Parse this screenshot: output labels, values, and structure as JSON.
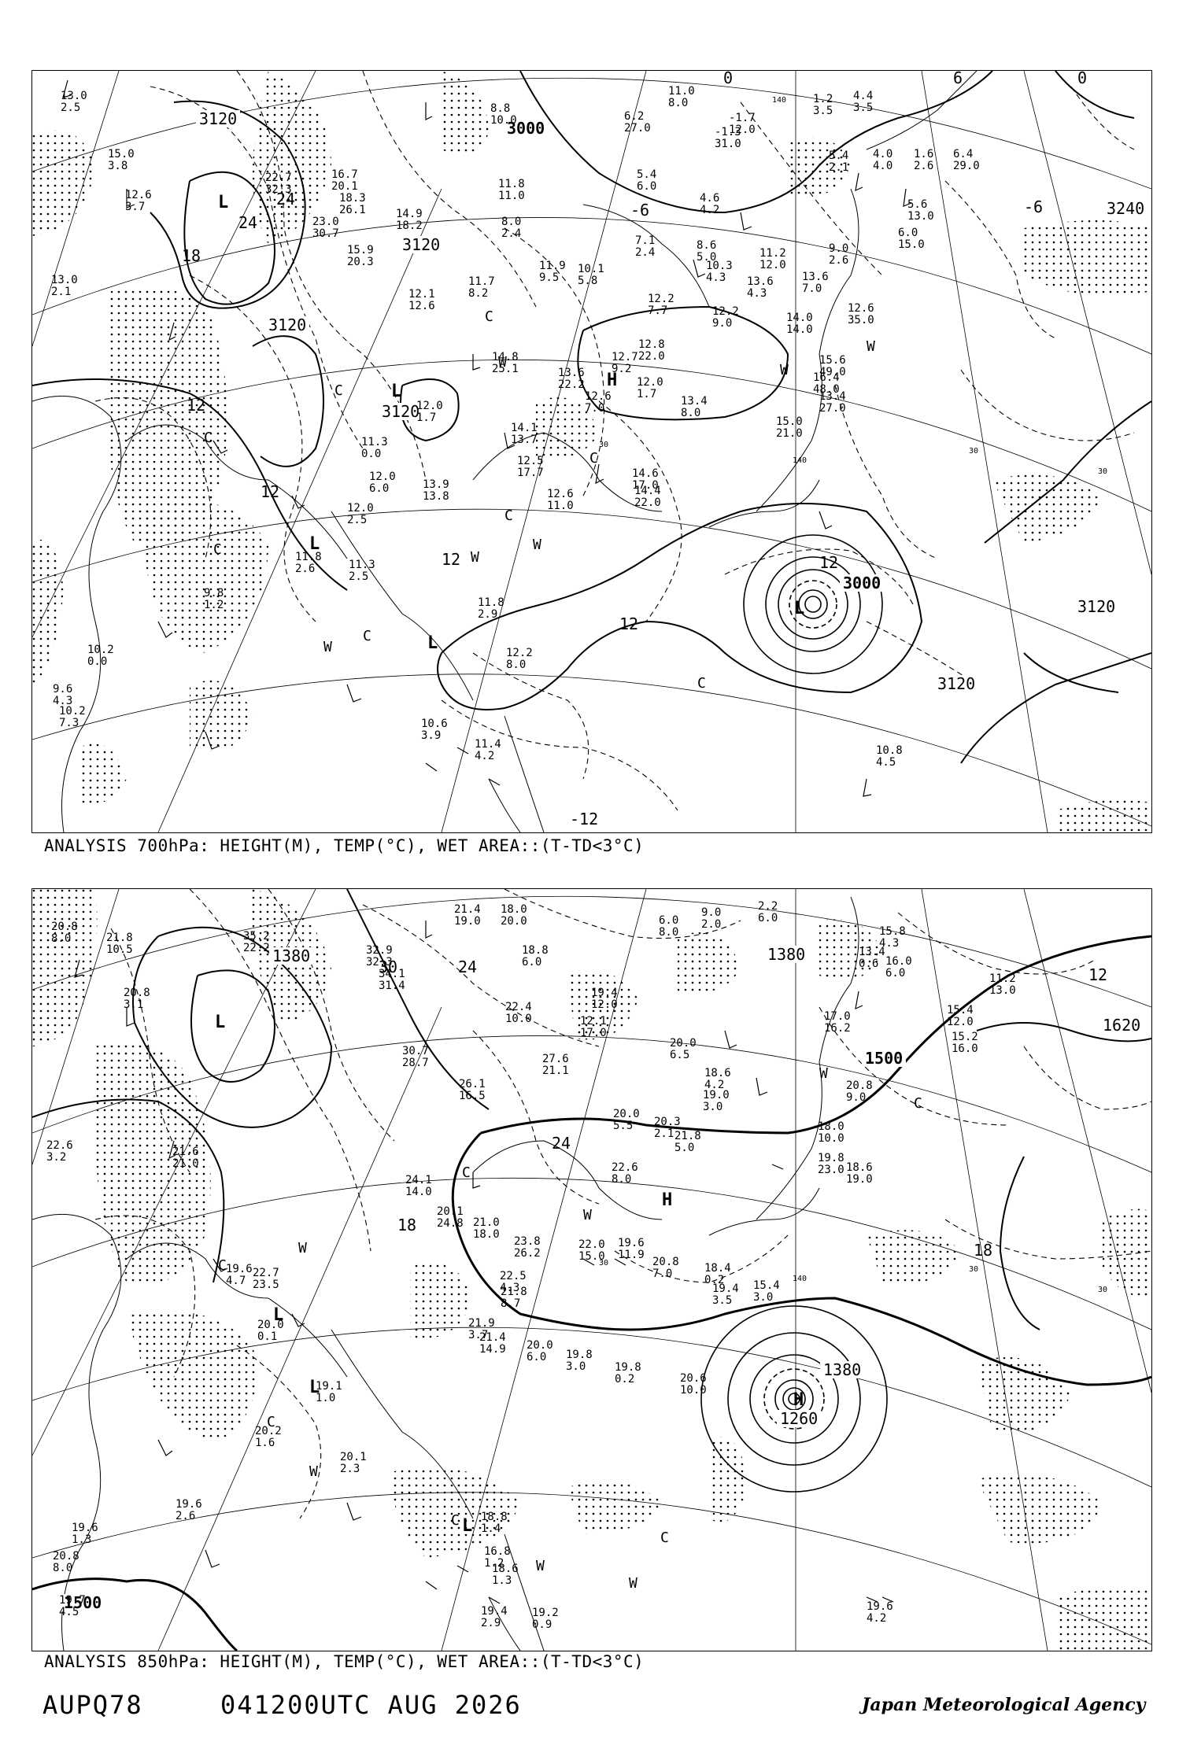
{
  "panels": [
    {
      "id": "700",
      "caption": "ANALYSIS 700hPa: HEIGHT(M), TEMP(°C), WET AREA::(T-TD<3°C)",
      "contour_labels": [
        "3120",
        "3000",
        "3120",
        "3120",
        "3240",
        "3120",
        "3120",
        "3000",
        "3120"
      ],
      "temp_labels": [
        "24",
        "24",
        "18",
        "12",
        "12",
        "12",
        "12",
        "12",
        "6",
        "0",
        "0",
        "-6",
        "-6",
        "-12"
      ],
      "pressure_centers": [
        "L",
        "L",
        "L",
        "L",
        "L",
        "H"
      ],
      "air_mass_marks": [
        "C",
        "C",
        "C",
        "C",
        "C",
        "C",
        "C",
        "C",
        "W",
        "W",
        "W",
        "W",
        "W",
        "W"
      ],
      "latitude_labels": [
        "30",
        "30",
        "30"
      ],
      "longitude_labels": [
        "140",
        "140"
      ],
      "station_values": [
        "13.0 2.5",
        "15.0 3.8",
        "12.6 3.7",
        "13.0 2.1",
        "22.7 32.3",
        "16.7 20.1",
        "18.3 26.1",
        "23.0 30.7",
        "15.9 20.3",
        "14.9 18.2",
        "8.8 10.0",
        "11.8 11.0",
        "8.0 2.4",
        "11.7 8.2",
        "11.9 9.5",
        "10.1 5.8",
        "12.1 12.6",
        "14.8 25.1",
        "12.7 9.2",
        "12.8 22.0",
        "13.6 22.2",
        "12.6 7.0",
        "12.0 1.7",
        "13.4 8.0",
        "12.2 7.7",
        "12.2 9.0",
        "8.6 5.0",
        "10.3 4.3",
        "11.2 12.0",
        "13.6 4.3",
        "13.6 7.0",
        "12.6 35.0",
        "14.0 14.0",
        "15.6 49.0",
        "16.4 48.0",
        "13.4 27.0",
        "15.0 21.0",
        "14.6 17.0",
        "14.4 22.0",
        "12.6 11.0",
        "12.5 17.7",
        "14.1 13.7",
        "12.0 1.7",
        "11.3 0.0",
        "12.0 6.0",
        "13.9 13.8",
        "12.0 2.5",
        "11.8 2.6",
        "11.3 2.5",
        "9.8 1.2",
        "10.2 0.0",
        "9.6 4.3",
        "10.2 7.3",
        "11.8 2.9",
        "12.2 8.0",
        "10.6 3.9",
        "11.4 4.2",
        "10.8 4.5",
        "11.0 8.0",
        "-1.3 31.0",
        "-1.7 12.0",
        "1.2 3.5",
        "4.4 3.5",
        "5.4 2.1",
        "4.0 4.0",
        "1.6 2.6",
        "5.6 13.0",
        "6.0 15.0",
        "6.4 29.0",
        "7.1 2.4",
        "4.6 4.2",
        "5.4 6.0",
        "9.0 2.6",
        "6.2 27.0"
      ]
    },
    {
      "id": "850",
      "caption": "ANALYSIS 850hPa: HEIGHT(M), TEMP(°C), WET AREA::(T-TD<3°C)",
      "contour_labels": [
        "1380",
        "1380",
        "1500",
        "1620",
        "1500",
        "1380",
        "1260"
      ],
      "temp_labels": [
        "30",
        "24",
        "24",
        "18",
        "18",
        "12"
      ],
      "pressure_centers": [
        "L",
        "L",
        "L",
        "L",
        "H",
        "H"
      ],
      "air_mass_marks": [
        "C",
        "C",
        "C",
        "C",
        "C",
        "C",
        "W",
        "W",
        "W",
        "W",
        "W",
        "W"
      ],
      "latitude_labels": [
        "30",
        "30",
        "30"
      ],
      "longitude_labels": [
        "140"
      ],
      "station_values": [
        "20.8 8.0",
        "21.8 10.5",
        "35.2 22.2",
        "32.9 32.3",
        "20.8 3.1",
        "34.1 31.4",
        "21.4 19.0",
        "18.0 20.0",
        "18.8 6.0",
        "19.4 12.0",
        "12.1 17.0",
        "22.4 10.0",
        "27.6 21.1",
        "26.1 16.5",
        "30.7 28.7",
        "22.6 3.2",
        "21.6 21.0",
        "24.1 14.0",
        "20.1 24.8",
        "21.0 18.0",
        "23.8 26.2",
        "22.6 8.0",
        "20.3 2.1",
        "21.8 5.0",
        "20.0 5.5",
        "22.0 15.0",
        "19.6 11.9",
        "20.8 7.0",
        "19.4 3.5",
        "15.4 3.0",
        "18.4 0.2",
        "17.0 16.2",
        "20.8 9.0",
        "18.0 10.0",
        "19.8 23.0",
        "18.6 19.0",
        "15.8 4.3",
        "13.4 0.6",
        "16.0 6.0",
        "11.2 13.0",
        "15.4 12.0",
        "15.2 16.0",
        "19.6 4.7",
        "22.7 23.5",
        "20.0 0.1",
        "22.5 4.3",
        "21.8 8.7",
        "21.9 3.7",
        "21.4 14.9",
        "20.0 6.0",
        "19.8 3.0",
        "19.8 0.2",
        "20.6 10.0",
        "19.1 1.0",
        "20.2 1.6",
        "20.1 2.3",
        "19.6 2.6",
        "19.6 1.3",
        "20.8 8.0",
        "19.7 4.5",
        "18.8 1.4",
        "16.8 1.2",
        "18.6 1.3",
        "19.4 2.9",
        "19.2 0.9",
        "19.6 4.2",
        "2.2 6.0",
        "6.0 8.0",
        "9.0 2.0",
        "20.0 6.5",
        "18.6 4.2",
        "19.0 3.0"
      ]
    }
  ],
  "footer": {
    "code": "AUPQ78",
    "time": "041200UTC AUG 2026",
    "agency": "Japan Meteorological Agency"
  }
}
